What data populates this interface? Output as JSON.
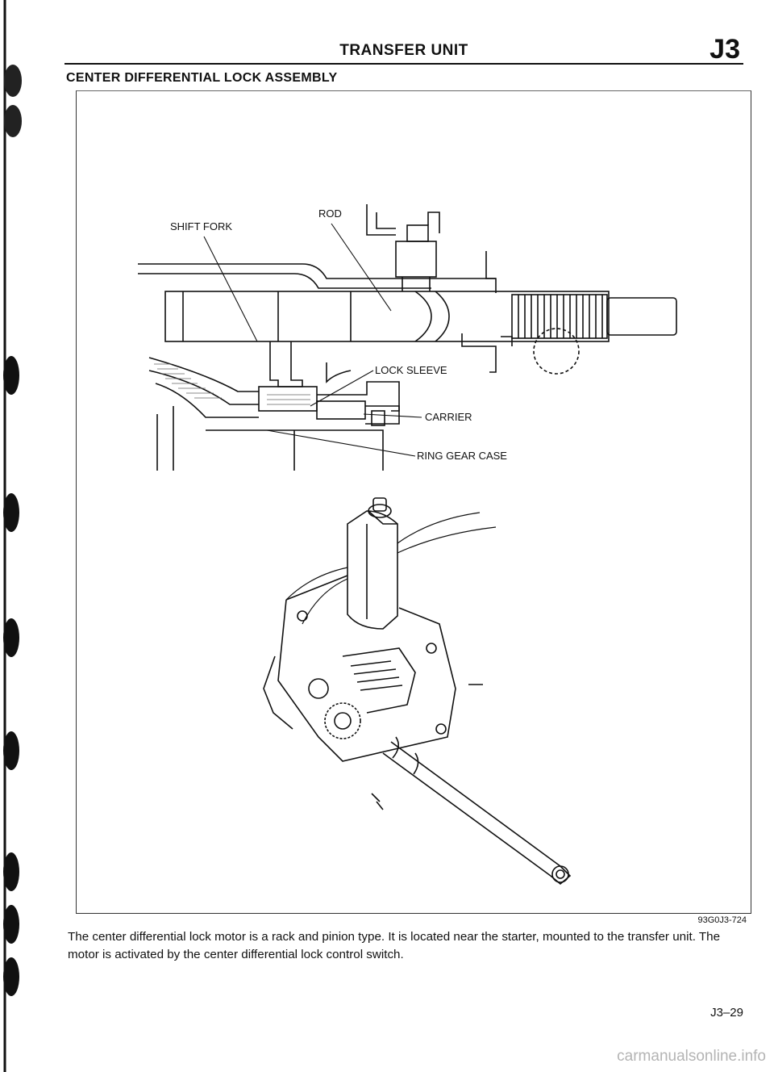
{
  "header": {
    "title": "TRANSFER UNIT",
    "section_code": "J3"
  },
  "section_title": "CENTER DIFFERENTIAL LOCK ASSEMBLY",
  "figure": {
    "labels": {
      "shift_fork": "SHIFT FORK",
      "rod": "ROD",
      "lock_sleeve": "LOCK SLEEVE",
      "carrier": "CARRIER",
      "ring_gear_case": "RING GEAR CASE"
    },
    "figure_id": "93G0J3-724"
  },
  "description": "The center differential lock motor is a rack and pinion type. It is located near the starter, mounted to the transfer unit. The motor is activated by the center differential lock control switch.",
  "page_number": "J3–29",
  "watermark": "carmanualsonline.info"
}
